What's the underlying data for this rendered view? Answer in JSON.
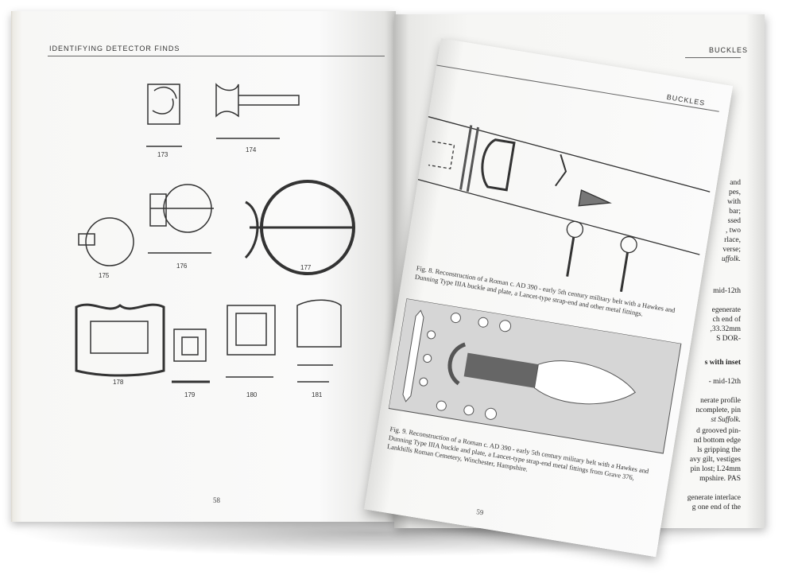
{
  "left_page": {
    "running_head": "IDENTIFYING DETECTOR FINDS",
    "page_number": "58",
    "figure_labels": [
      "173",
      "174",
      "175",
      "176",
      "177",
      "178",
      "179",
      "180",
      "181"
    ]
  },
  "back_page": {
    "running_head": "BUCKLES",
    "text_fragments": [
      "and",
      "pes,",
      "with",
      "bar;",
      "ssed",
      ", two",
      "rlace,",
      "verse;",
      "uffolk.",
      "mid-12th",
      "egenerate",
      "ch end of",
      ",33.32mm",
      "S DOR-",
      "s with inset",
      "-   mid-12th",
      "nerate profile",
      "ncomplete, pin",
      "st Suffolk.",
      "d grooved pin-",
      "nd bottom edge",
      "ls gripping the",
      "avy gilt, vestiges",
      "pin lost; L24mm",
      "mpshire.  PAS",
      "generate interlace",
      "g one end of the"
    ]
  },
  "front_page": {
    "running_head": "BUCKLES",
    "page_number": "59",
    "fig8_caption": "Fig. 8. Reconstruction of a Roman c. AD 390 - early 5th century military belt with a Hawkes and Dunning Type IIIA buckle and plate, a Lancet-type strap-end and other metal fittings.",
    "fig9_caption": "Fig. 9. Reconstruction of a Roman c. AD 390 - early 5th century military belt with a Hawkes and Dunning Type IIIA buckle and plate, a Lancet-type strap-end metal fittings from Grave 376, Lankhills Roman Cemetery, Winchester, Hampshire."
  }
}
